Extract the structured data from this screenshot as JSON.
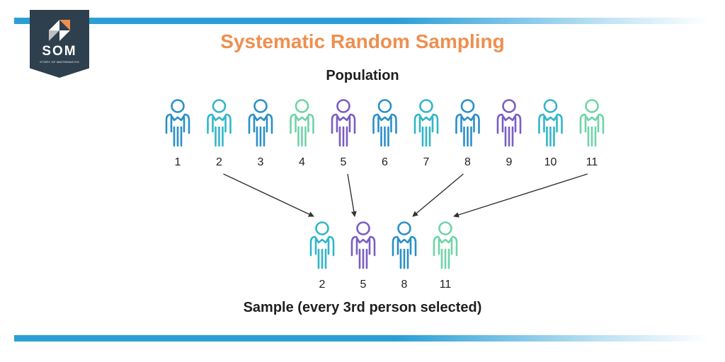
{
  "logo": {
    "text": "SOM",
    "subtext": "STORY OF MATHEMATICS"
  },
  "title": "Systematic Random Sampling",
  "population": {
    "heading": "Population",
    "people": [
      {
        "label": "1",
        "color": "#2a8fc8"
      },
      {
        "label": "2",
        "color": "#31b5c8"
      },
      {
        "label": "3",
        "color": "#2a8fc8"
      },
      {
        "label": "4",
        "color": "#6fd3a8"
      },
      {
        "label": "5",
        "color": "#7a5cc4"
      },
      {
        "label": "6",
        "color": "#2a8fc8"
      },
      {
        "label": "7",
        "color": "#31b5c8"
      },
      {
        "label": "8",
        "color": "#2a8fc8"
      },
      {
        "label": "9",
        "color": "#7a5cc4"
      },
      {
        "label": "10",
        "color": "#31b5c8"
      },
      {
        "label": "11",
        "color": "#6fd3a8"
      }
    ]
  },
  "sample": {
    "caption": "Sample (every 3rd person selected)",
    "people": [
      {
        "label": "2",
        "color": "#31b5c8"
      },
      {
        "label": "5",
        "color": "#7a5cc4"
      },
      {
        "label": "8",
        "color": "#2a8fc8"
      },
      {
        "label": "11",
        "color": "#6fd3a8"
      }
    ]
  },
  "arrow_color": "#333333",
  "bar_color": "#2a9fd6"
}
